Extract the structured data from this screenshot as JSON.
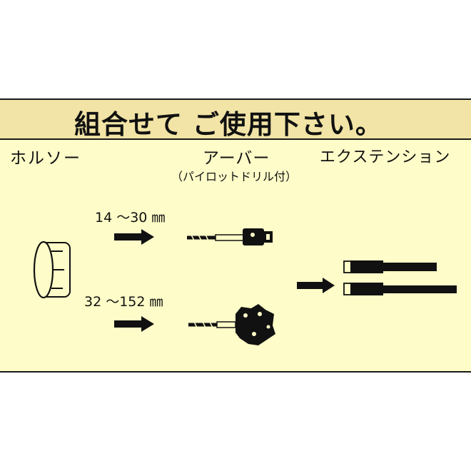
{
  "title": "組合せて ご使用下さい。",
  "columns": {
    "holesaw": "ホルソー",
    "arbor": "アーバー",
    "arbor_note": "（パイロットドリル付）",
    "extension": "エクステンション"
  },
  "sizes": {
    "small": "14 〜30 ㎜",
    "large": "32 〜152 ㎜"
  },
  "colors": {
    "panel": "#fefcc8",
    "banner": "#f2e4a6",
    "ink": "#111111"
  }
}
